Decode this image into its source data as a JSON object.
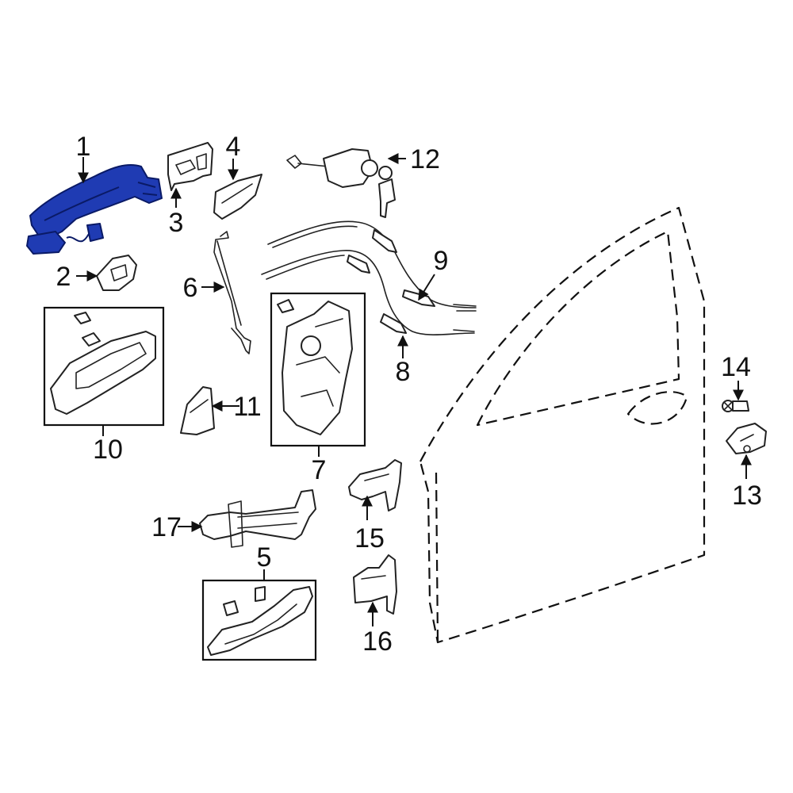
{
  "callouts": {
    "c1": "1",
    "c2": "2",
    "c3": "3",
    "c4": "4",
    "c5": "5",
    "c6": "6",
    "c7": "7",
    "c8": "8",
    "c9": "9",
    "c10": "10",
    "c11": "11",
    "c12": "12",
    "c13": "13",
    "c14": "14",
    "c15": "15",
    "c16": "16",
    "c17": "17"
  },
  "colors": {
    "highlight": "#1f3bb3",
    "line": "#111111"
  }
}
